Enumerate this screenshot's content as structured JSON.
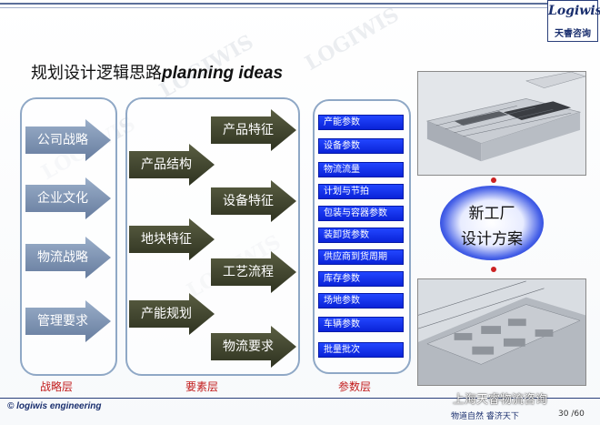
{
  "logo": {
    "brand": "Logiwis",
    "brand_cn": "天睿咨询"
  },
  "title": {
    "cn": "规划设计逻辑思路",
    "en": "planning ideas"
  },
  "strategy_layer": {
    "label": "战略层",
    "items": [
      "公司战略",
      "企业文化",
      "物流战略",
      "管理要求"
    ]
  },
  "element_layer": {
    "label": "要素层",
    "left_items": [
      "产品结构",
      "地块特征",
      "产能规划"
    ],
    "right_items": [
      "产品特征",
      "设备特征",
      "工艺流程",
      "物流要求"
    ]
  },
  "parameter_layer": {
    "label": "参数层",
    "items": [
      "产能参数",
      "设备参数",
      "物流流量",
      "计划与节拍",
      "包装与容器参数",
      "装卸货参数",
      "供应商到货周期",
      "库存参数",
      "场地参数",
      "车辆参数",
      "批量批次"
    ]
  },
  "result": {
    "line1": "新工厂",
    "line2": "设计方案"
  },
  "footer": {
    "copyright": "© logiwis engineering",
    "wechat": "上海天睿物流咨询",
    "slogan": "物道自然    睿济天下",
    "page": "30 /60"
  },
  "watermark": "LOGIWIS",
  "colors": {
    "arrow": "#7a8fb0",
    "arrow_dark": "#3b3f2a",
    "param": "#0a23d8",
    "label": "#c21b1b",
    "ellipse": "#1736d6",
    "navy": "#1a2f6e"
  }
}
